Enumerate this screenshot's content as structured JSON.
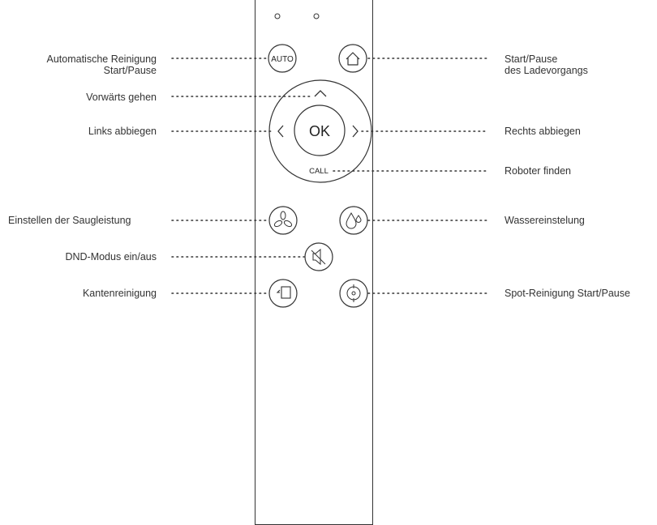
{
  "remote": {
    "buttons": {
      "auto_label": "AUTO",
      "ok_label": "OK",
      "call_label": "CALL"
    },
    "icons": [
      "home-icon",
      "up-arrow-icon",
      "left-arrow-icon",
      "right-arrow-icon",
      "fan-icon",
      "water-drop-icon",
      "mute-icon",
      "edge-clean-icon",
      "spot-target-icon"
    ]
  },
  "labels": {
    "auto_line1": "Automatische Reinigung",
    "auto_line2": "Start/Pause",
    "forward": "Vorwärts gehen",
    "left": "Links abbiegen",
    "suction": "Einstellen der Saugleistung",
    "dnd": "DND-Modus ein/aus",
    "edge": "Kantenreinigung",
    "home_line1": "Start/Pause",
    "home_line2": "des Ladevorgangs",
    "right": "Rechts abbiegen",
    "find": "Roboter finden",
    "water": "Wassereinstelung",
    "spot": "Spot-Reinigung Start/Pause"
  }
}
